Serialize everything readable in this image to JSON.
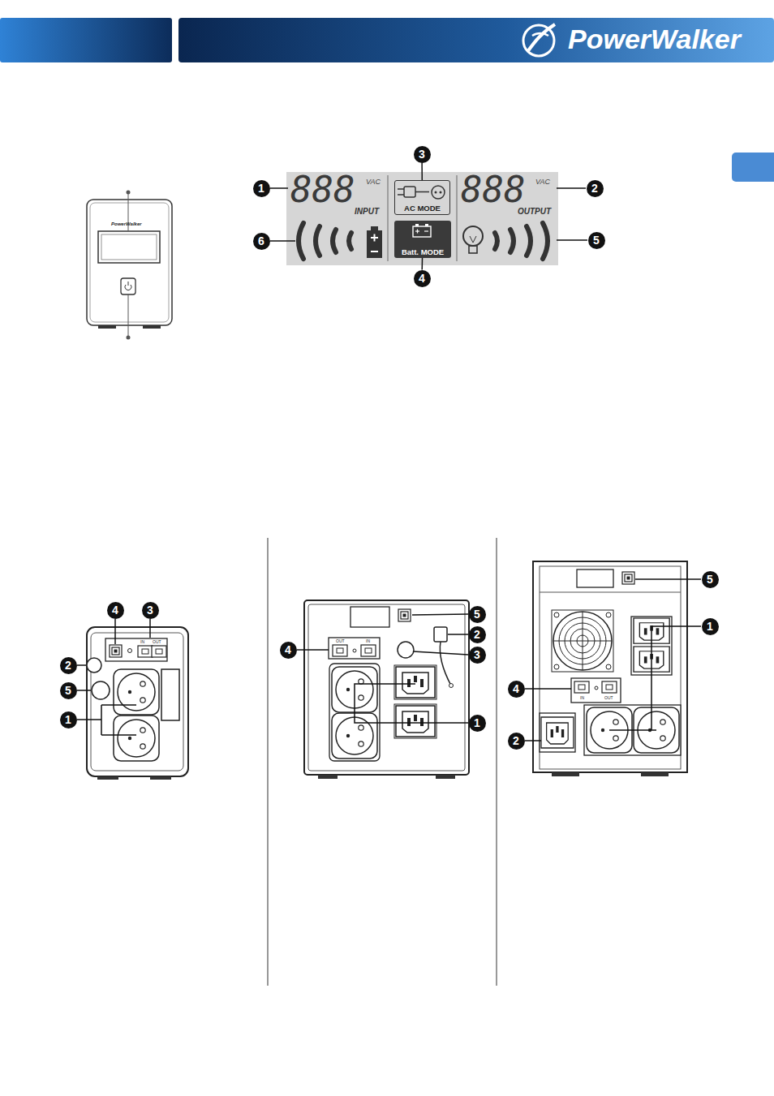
{
  "diagram": {
    "nodes": [
      {
        "text": [
          "888",
          "VAC",
          "INPUT",
          "888",
          "VAC",
          "OUTPUT"
        ]
      },
      {
        "text": [
          "AC MODE"
        ],
        "in": 0
      },
      {
        "text": [
          "Batt. MODE"
        ],
        "in": 0
      },
      {
        "text": [
          "3"
        ]
      },
      {
        "text": [
          "1"
        ]
      },
      {
        "text": [
          "2"
        ]
      },
      {
        "text": [
          "6"
        ]
      },
      {
        "text": [
          "5"
        ]
      },
      {
        "text": [
          "4"
        ]
      },
      {
        "text": [
          "4"
        ]
      },
      {
        "text": [
          "3"
        ]
      },
      {
        "text": [
          "2"
        ]
      },
      {
        "text": [
          "5"
        ]
      },
      {
        "text": [
          "1"
        ]
      },
      {
        "text": [
          "5"
        ]
      },
      {
        "text": [
          "2"
        ]
      },
      {
        "text": [
          "4"
        ]
      },
      {
        "text": [
          "3"
        ]
      },
      {
        "text": [
          "1"
        ]
      },
      {
        "text": [
          "5"
        ]
      },
      {
        "text": [
          "1"
        ]
      },
      {
        "text": [
          "4"
        ]
      },
      {
        "text": [
          "2"
        ]
      }
    ],
    "edges": [
      {
        "from": 3,
        "to": 1,
        "arrow": "none"
      },
      {
        "from": 8,
        "to": 2,
        "arrow": "none"
      }
    ],
    "labels": [
      "PowerWalker",
      "PowerWalker",
      "IN",
      "OUT",
      "OUT",
      "IN",
      "IN",
      "OUT"
    ]
  }
}
